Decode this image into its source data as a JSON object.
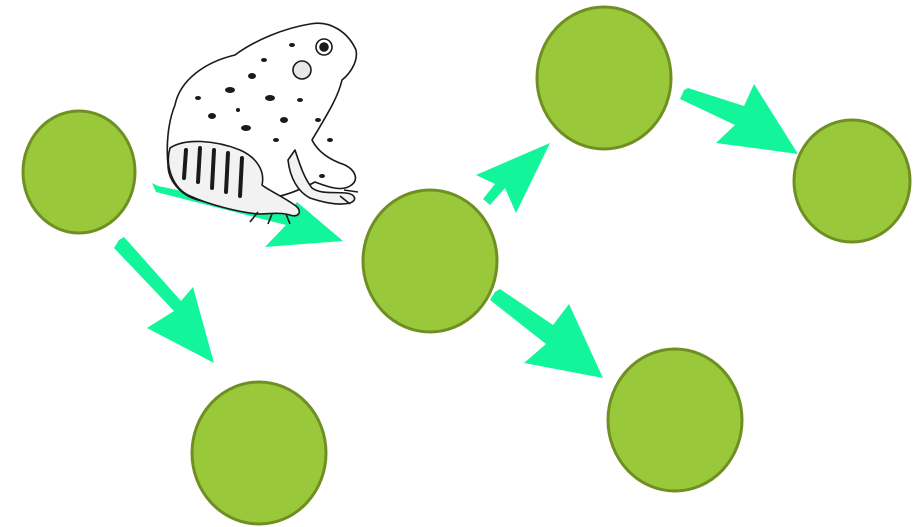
{
  "diagram": {
    "type": "flow",
    "description_nodes": [
      {
        "id": "pad-1"
      },
      {
        "id": "pad-2"
      },
      {
        "id": "pad-3"
      },
      {
        "id": "pad-4"
      },
      {
        "id": "pad-5"
      },
      {
        "id": "pad-6"
      }
    ],
    "edges": [
      {
        "from": "pad-1",
        "to": "pad-3"
      },
      {
        "from": "pad-1",
        "to": "pad-2"
      },
      {
        "from": "pad-3",
        "to": "pad-4"
      },
      {
        "from": "pad-3",
        "to": "pad-5"
      },
      {
        "from": "pad-4",
        "to": "pad-6"
      }
    ],
    "illustration": {
      "icon": "frog-icon",
      "sits_on_edge": "pad-1 -> pad-3"
    }
  },
  "colors": {
    "pad_fill": "#99c93b",
    "pad_stroke": "#6f8f22",
    "arrow_fill": "#12f59a",
    "frog_ink": "#1a1a1a",
    "background": "#ffffff"
  }
}
